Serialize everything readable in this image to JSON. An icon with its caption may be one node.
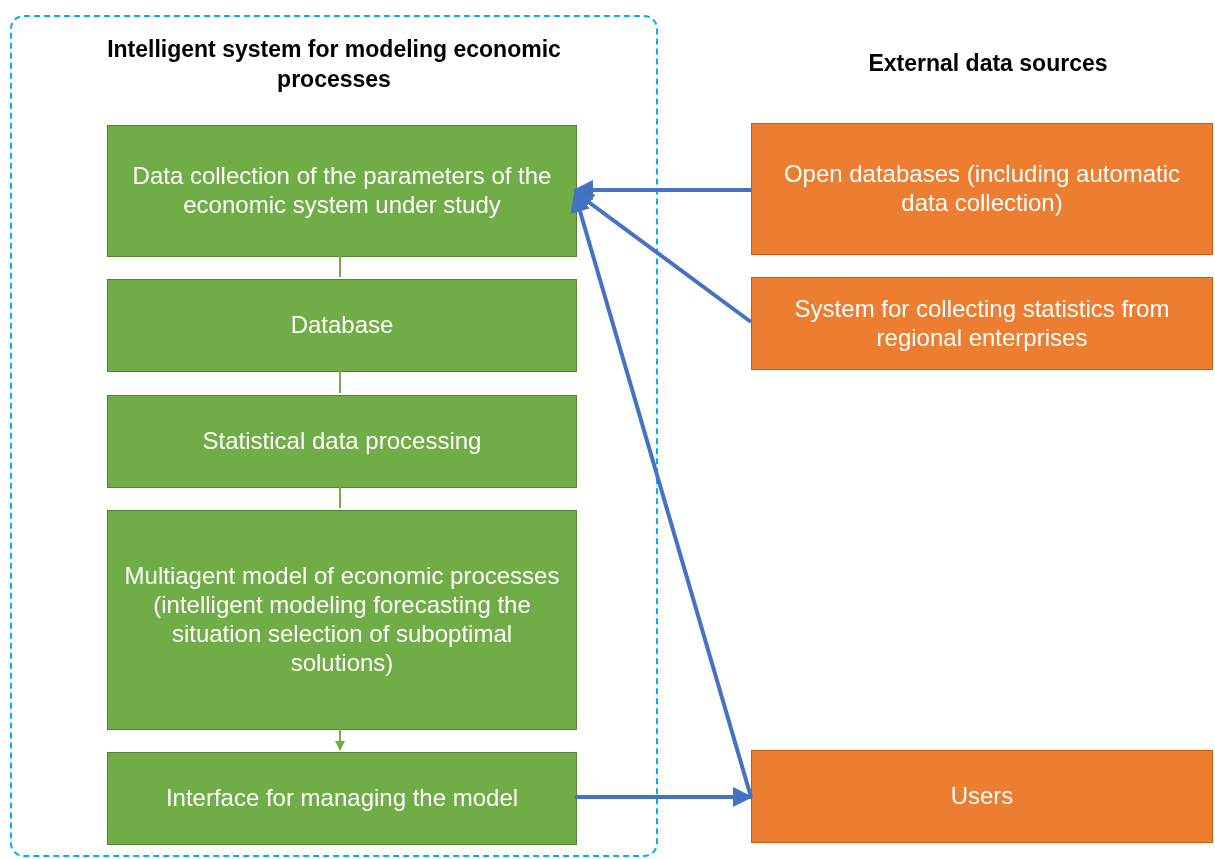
{
  "diagram": {
    "nodes": [
      {
        "text": [
          "Intelligent system for modeling economic processes"
        ]
      },
      {
        "text": [
          "Data collection of the parameters of the economic system under study"
        ],
        "in": 0
      },
      {
        "text": [
          "Database"
        ],
        "in": 0
      },
      {
        "text": [
          "Statistical data processing"
        ],
        "in": 0
      },
      {
        "text": [
          "Multiagent model of economic processes (intelligent modeling forecasting the situation selection of suboptimal solutions)"
        ],
        "in": 0
      },
      {
        "text": [
          "Interface for managing the model"
        ],
        "in": 0
      },
      {
        "text": [
          "Open databases (including automatic data collection)"
        ]
      },
      {
        "text": [
          "System for collecting statistics from regional enterprises"
        ]
      },
      {
        "text": [
          "Users"
        ]
      }
    ],
    "edges": [
      {
        "from": 1,
        "to": 2,
        "arrow": "none"
      },
      {
        "from": 2,
        "to": 3,
        "arrow": "none"
      },
      {
        "from": 3,
        "to": 4,
        "arrow": "none"
      },
      {
        "from": 4,
        "to": 5,
        "arrow": "to"
      },
      {
        "from": 6,
        "to": 1,
        "arrow": "to",
        "style": "thick",
        "color": "#4472c4"
      },
      {
        "from": 7,
        "to": 1,
        "arrow": "to",
        "style": "thick",
        "color": "#4472c4"
      },
      {
        "from": 8,
        "to": 1,
        "arrow": "to",
        "style": "thick",
        "color": "#4472c4"
      },
      {
        "from": 5,
        "to": 8,
        "arrow": "to",
        "style": "thick",
        "color": "#4472c4"
      }
    ],
    "labels": [
      "External data sources"
    ]
  }
}
